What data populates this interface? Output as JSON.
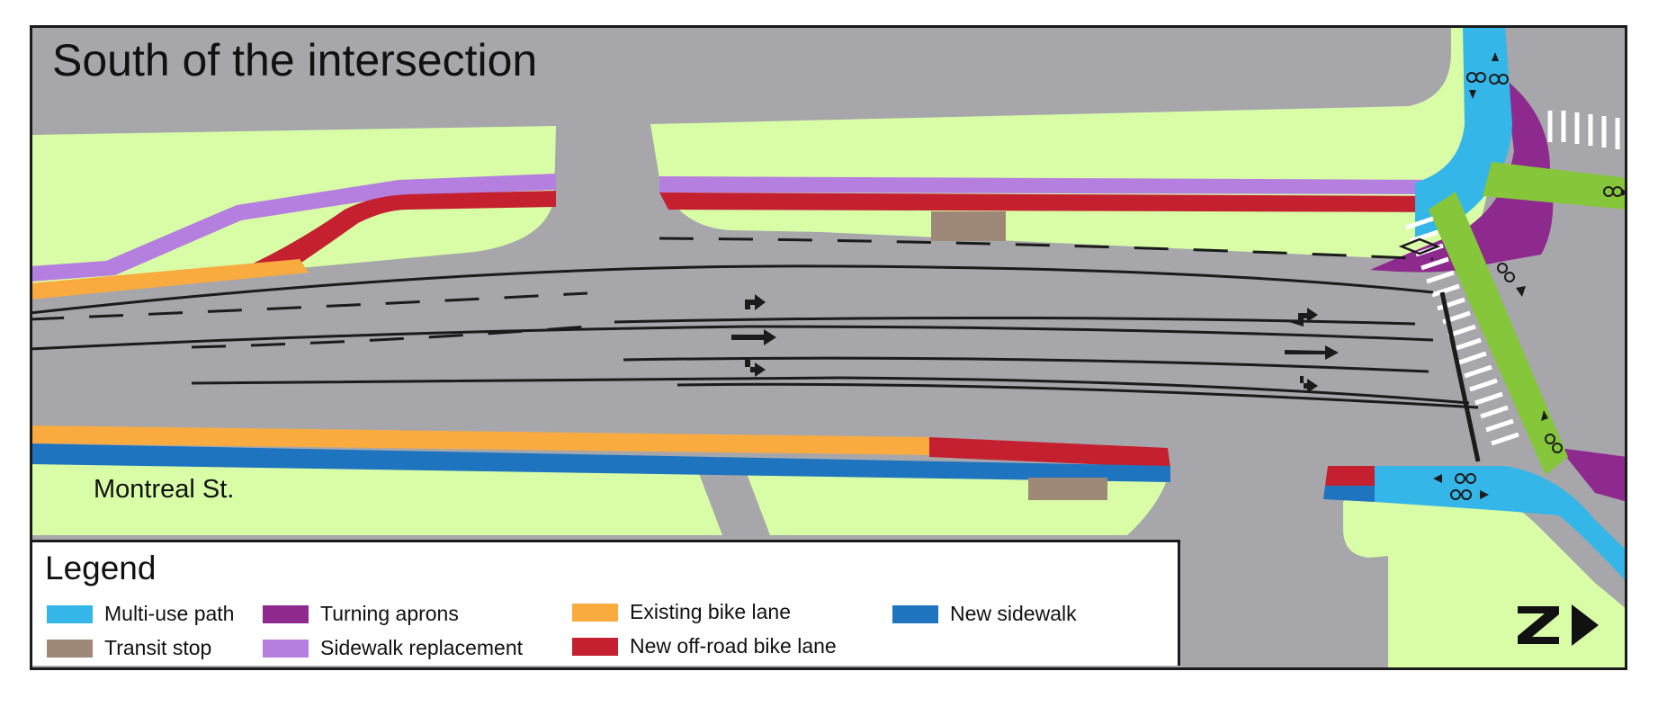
{
  "title": "South of the intersection",
  "street_label": "Montreal St.",
  "legend": {
    "title": "Legend",
    "items": [
      {
        "label": "Multi-use path",
        "color": "#35b6e8"
      },
      {
        "label": "Transit stop",
        "color": "#9e8878"
      },
      {
        "label": "Turning aprons",
        "color": "#8e2a8e"
      },
      {
        "label": "Sidewalk replacement",
        "color": "#b57fe0"
      },
      {
        "label": "Existing bike lane",
        "color": "#f9ab40"
      },
      {
        "label": "New off-road bike lane",
        "color": "#c42030"
      },
      {
        "label": "New sidewalk",
        "color": "#1f74c0"
      }
    ]
  },
  "colors": {
    "road": "#a7a7ab",
    "grass": "#d9fda6",
    "bike_green": "#86c63a",
    "frame": "#1b1b1b"
  },
  "north_arrow": {
    "letter": "N",
    "icon": "north-arrow-icon"
  }
}
